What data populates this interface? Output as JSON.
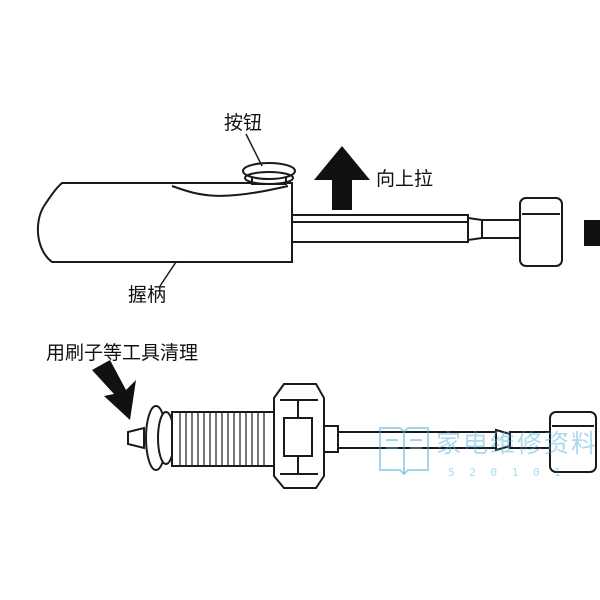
{
  "labels": {
    "button": "按钮",
    "pull_up": "向上拉",
    "handle": "握柄",
    "clean_with_tools": "用刷子等工具清理"
  },
  "watermark": {
    "text": "家电维修资料",
    "sub": "5 2 0 1 0 1"
  },
  "colors": {
    "line": "#1a1a1a",
    "fill": "#ffffff",
    "watermark": "#46aad7"
  }
}
